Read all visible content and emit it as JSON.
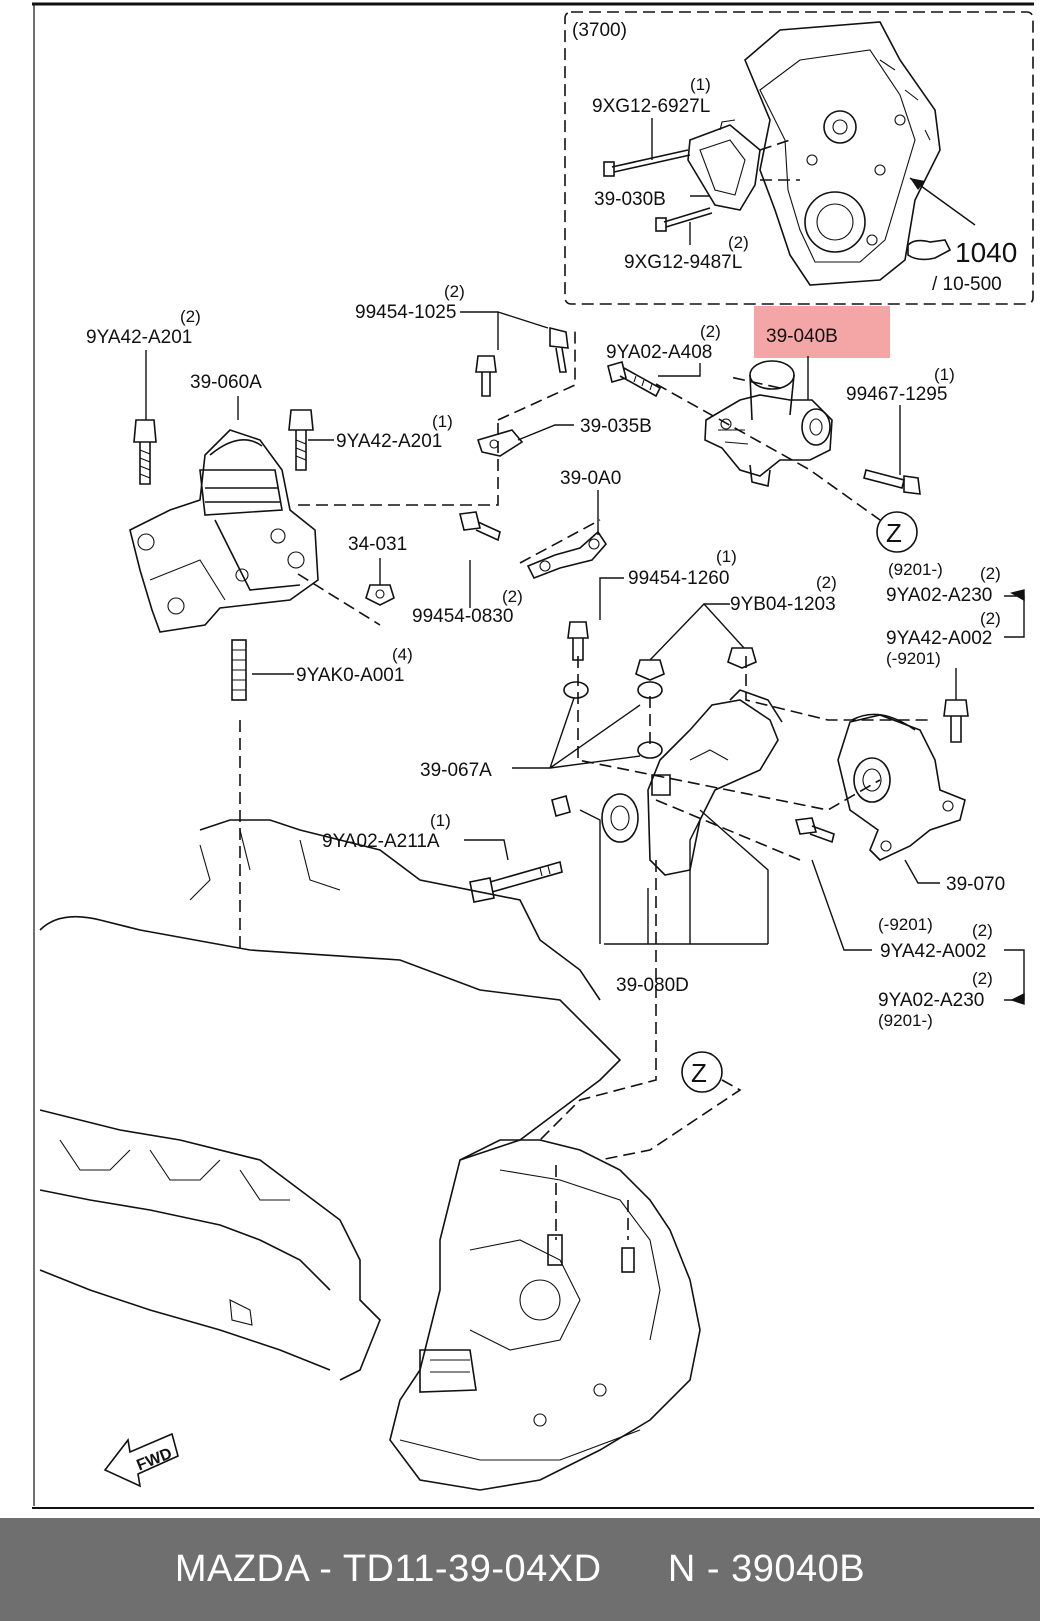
{
  "diagram": {
    "inset": {
      "ref": "(3700)",
      "fig_num": "1040",
      "fig_sub": "/ 10-500"
    },
    "labels": {
      "l_9xg12_6927l": "9XG12-6927L",
      "q_9xg12_6927l": "(1)",
      "l_39_030b": "39-030B",
      "l_9xg12_9487l": "9XG12-9487L",
      "q_9xg12_9487l": "(2)",
      "l_99454_1025": "99454-1025",
      "q_99454_1025": "(2)",
      "l_9ya42_a201_left": "9YA42-A201",
      "q_9ya42_a201_left": "(2)",
      "l_39_060a": "39-060A",
      "l_9ya42_a201_mid": "9YA42-A201",
      "q_9ya42_a201_mid": "(1)",
      "l_9ya02_a408": "9YA02-A408",
      "q_9ya02_a408": "(2)",
      "l_39_040b": "39-040B",
      "l_99467_1295": "99467-1295",
      "q_99467_1295": "(1)",
      "l_39_035b": "39-035B",
      "l_39_0a0": "39-0A0",
      "l_34_031": "34-031",
      "l_99454_0830": "99454-0830",
      "q_99454_0830": "(2)",
      "l_99454_1260": "99454-1260",
      "q_99454_1260": "(1)",
      "l_9yb04_1203": "9YB04-1203",
      "q_9yb04_1203": "(2)",
      "s_9201_a": "(9201-)",
      "l_9ya02_a230_top": "9YA02-A230",
      "q_9ya02_a230_top": "(2)",
      "l_9ya42_a002_top": "9YA42-A002",
      "q_9ya42_a002_top": "(2)",
      "s_9201_b": "(-9201)",
      "l_9yak0_a001": "9YAK0-A001",
      "q_9yak0_a001": "(4)",
      "l_39_067a": "39-067A",
      "l_9ya02_a211a": "9YA02-A211A",
      "q_9ya02_a211a": "(1)",
      "l_39_070": "39-070",
      "s_9201_c": "(-9201)",
      "l_9ya42_a002_bot": "9YA42-A002",
      "q_9ya42_a002_bot": "(2)",
      "l_9ya02_a230_bot": "9YA02-A230",
      "q_9ya02_a230_bot": "(2)",
      "s_9201_d": "(9201-)",
      "l_39_080d": "39-080D",
      "z_top": "Z",
      "z_bottom": "Z",
      "fwd": "FWD"
    },
    "highlight_color": "#f4a6a6"
  },
  "footer": {
    "make_part": "MAZDA - TD11-39-04XD",
    "ref": "N - 39040B"
  }
}
